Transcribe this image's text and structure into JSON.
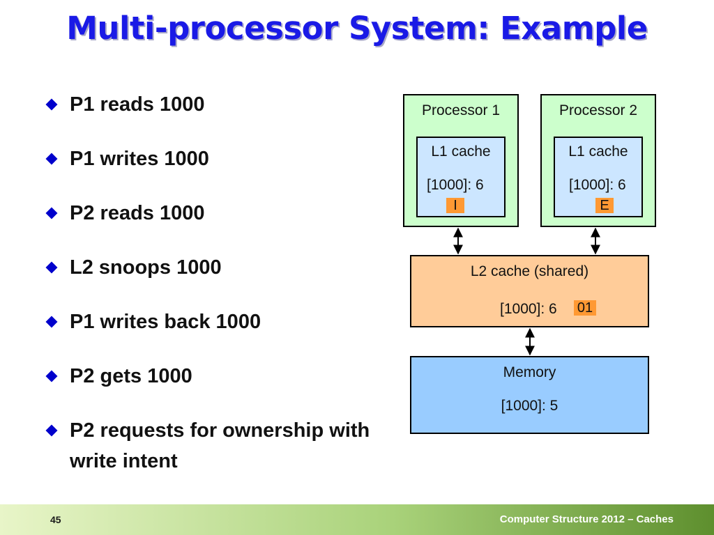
{
  "title": "Multi-processor System: Example",
  "bullets": [
    "P1 reads 1000",
    "P1 writes 1000",
    "P2 reads 1000",
    "L2 snoops 1000",
    "P1 writes back 1000",
    "P2 gets 1000",
    "P2 requests for ownership with write intent"
  ],
  "diagram": {
    "processor1": {
      "label": "Processor 1",
      "cache_label": "L1 cache",
      "value": "[1000]: 6",
      "state": "I"
    },
    "processor2": {
      "label": "Processor 2",
      "cache_label": "L1 cache",
      "value": "[1000]: 6",
      "state": "E"
    },
    "l2": {
      "label": "L2 cache (shared)",
      "value": "[1000]: 6",
      "bits": "01"
    },
    "memory": {
      "label": "Memory",
      "value": "[1000]: 5"
    }
  },
  "colors": {
    "title": "#1a1ae6",
    "processor_fill": "#ccffcc",
    "l1_fill": "#cce6ff",
    "l2_fill": "#ffcc99",
    "memory_fill": "#99ccff",
    "state_fill": "#ff9933"
  },
  "footer": {
    "page_number": "45",
    "course": "Computer Structure 2012 – Caches"
  }
}
